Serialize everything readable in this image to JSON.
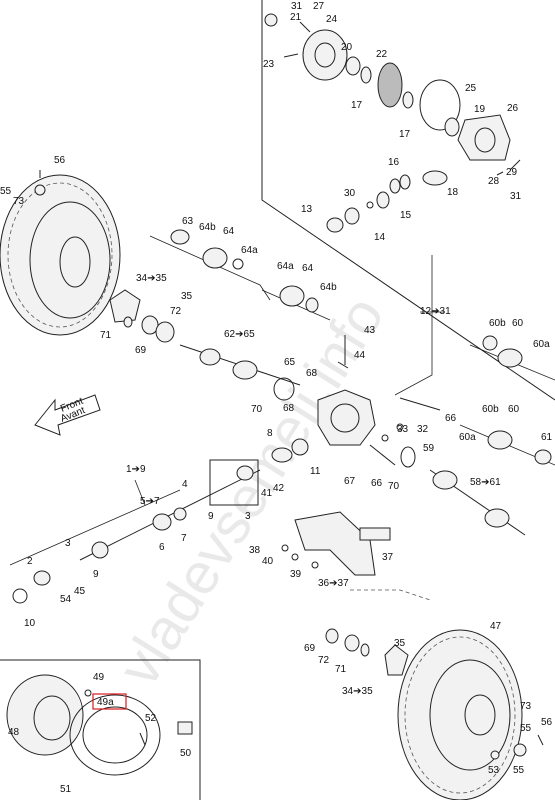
{
  "watermark": "vladevsemeli.info",
  "front_arrow": {
    "line1": "Front",
    "line2": "Avant"
  },
  "highlight_color": "#d81b1b",
  "callouts": {
    "c1": "1➔9",
    "c2": "2",
    "c3": "3",
    "c4": "4",
    "c5": "5➔7",
    "c6": "6",
    "c7": "7",
    "c8": "8",
    "c9a": "9",
    "c9b": "9",
    "c10": "10",
    "c11": "11",
    "c12": "12➔31",
    "c13": "13",
    "c14": "14",
    "c15": "15",
    "c16": "16",
    "c17a": "17",
    "c17b": "17",
    "c18": "18",
    "c19": "19",
    "c20": "20",
    "c21": "21",
    "c22": "22",
    "c23": "23",
    "c24": "24",
    "c25": "25",
    "c26": "26",
    "c27": "27",
    "c28": "28",
    "c29": "29",
    "c30": "30",
    "c31a": "31",
    "c31b": "31",
    "c32": "32",
    "c33": "33",
    "c34a": "34➔35",
    "c34b": "34➔35",
    "c35a": "35",
    "c35b": "35",
    "c36": "36➔37",
    "c37": "37",
    "c38": "38",
    "c39": "39",
    "c40": "40",
    "c41": "41",
    "c42": "42",
    "c43": "43",
    "c44": "44",
    "c45": "45",
    "c47": "47",
    "c48": "48",
    "c49": "49",
    "c49a": "49a",
    "c50": "50",
    "c51": "51",
    "c52": "52",
    "c53": "53",
    "c54": "54",
    "c55a": "55",
    "c55b": "55",
    "c56a": "56",
    "c56b": "56",
    "c58": "58➔61",
    "c59": "59",
    "c60a": "60",
    "c60b": "60",
    "c60ba": "60b",
    "c60bb": "60b",
    "c60aa": "60a",
    "c60ab": "60a",
    "c61": "61",
    "c62": "62➔65",
    "c63": "63",
    "c64a": "64",
    "c64b": "64",
    "c64ba": "64b",
    "c64bb": "64b",
    "c64aa": "64a",
    "c64ab": "64a",
    "c65": "65",
    "c66a": "66",
    "c66b": "66",
    "c67": "67",
    "c68a": "68",
    "c68b": "68",
    "c69a": "69",
    "c69b": "69",
    "c70a": "70",
    "c70b": "70",
    "c71a": "71",
    "c71b": "71",
    "c72a": "72",
    "c72b": "72",
    "c73a": "73",
    "c73b": "73"
  }
}
